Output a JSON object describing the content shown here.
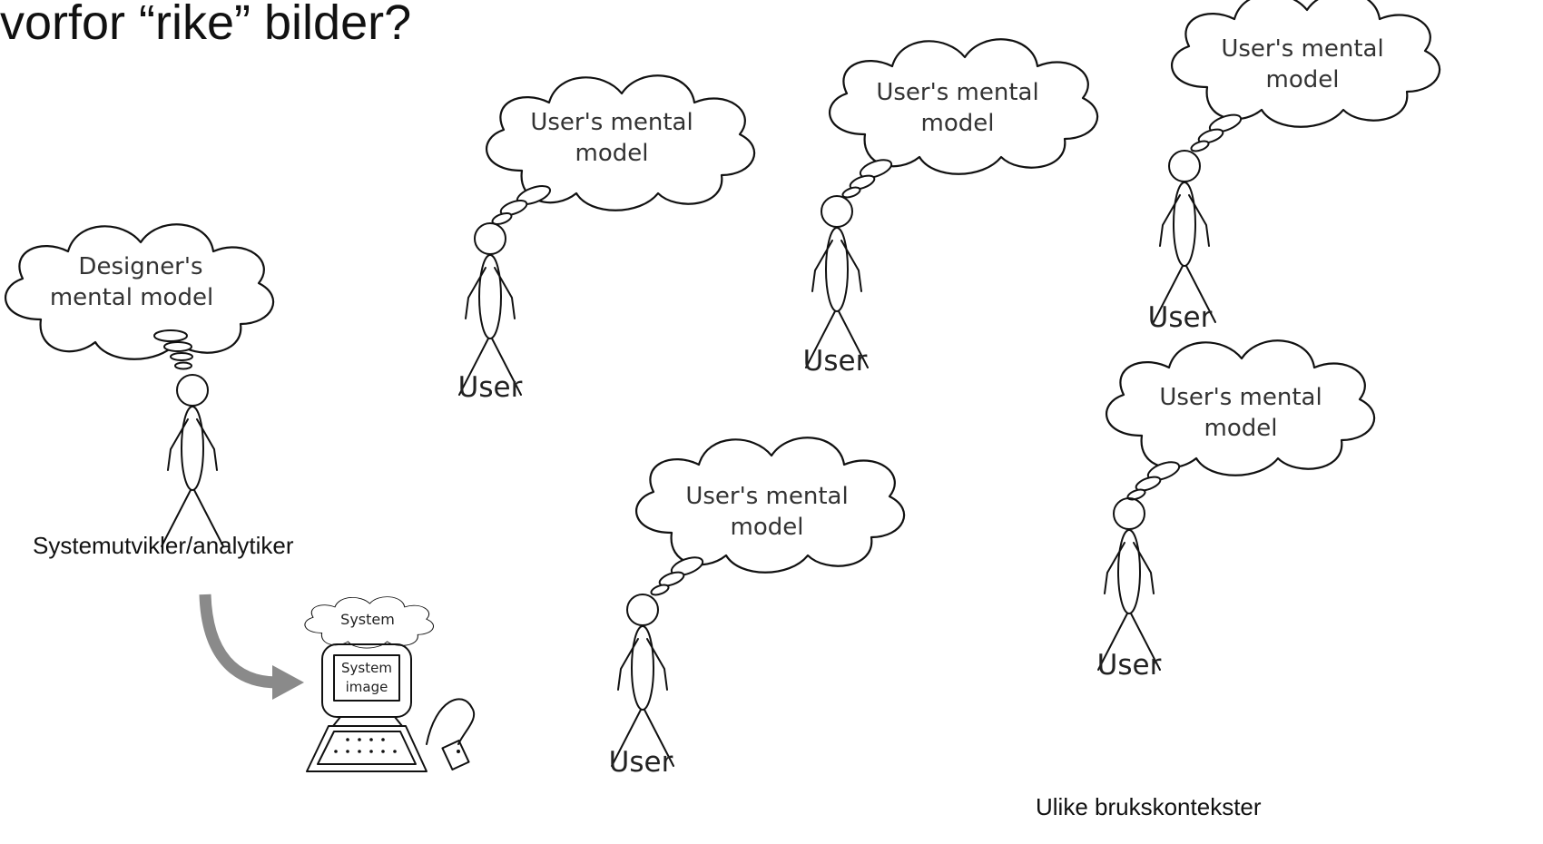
{
  "title": "vorfor “rike” bilder?",
  "designer": {
    "cloud_line1": "Designer's",
    "cloud_line2": "mental model",
    "caption": "Systemutvikler/analytiker"
  },
  "system": {
    "cloud_label": "System",
    "screen_line1": "System",
    "screen_line2": "image"
  },
  "users": [
    {
      "cloud_line1": "User's mental",
      "cloud_line2": "model",
      "label": "User"
    },
    {
      "cloud_line1": "User's mental",
      "cloud_line2": "model",
      "label": "User"
    },
    {
      "cloud_line1": "User's mental",
      "cloud_line2": "model",
      "label": "User"
    },
    {
      "cloud_line1": "User's mental",
      "cloud_line2": "model",
      "label": "User"
    },
    {
      "cloud_line1": "User's mental",
      "cloud_line2": "model",
      "label": "User"
    }
  ],
  "contexts_caption": "Ulike brukskontekster",
  "colors": {
    "ink": "#111111",
    "arrow": "#8a8a8a",
    "background": "#ffffff"
  }
}
